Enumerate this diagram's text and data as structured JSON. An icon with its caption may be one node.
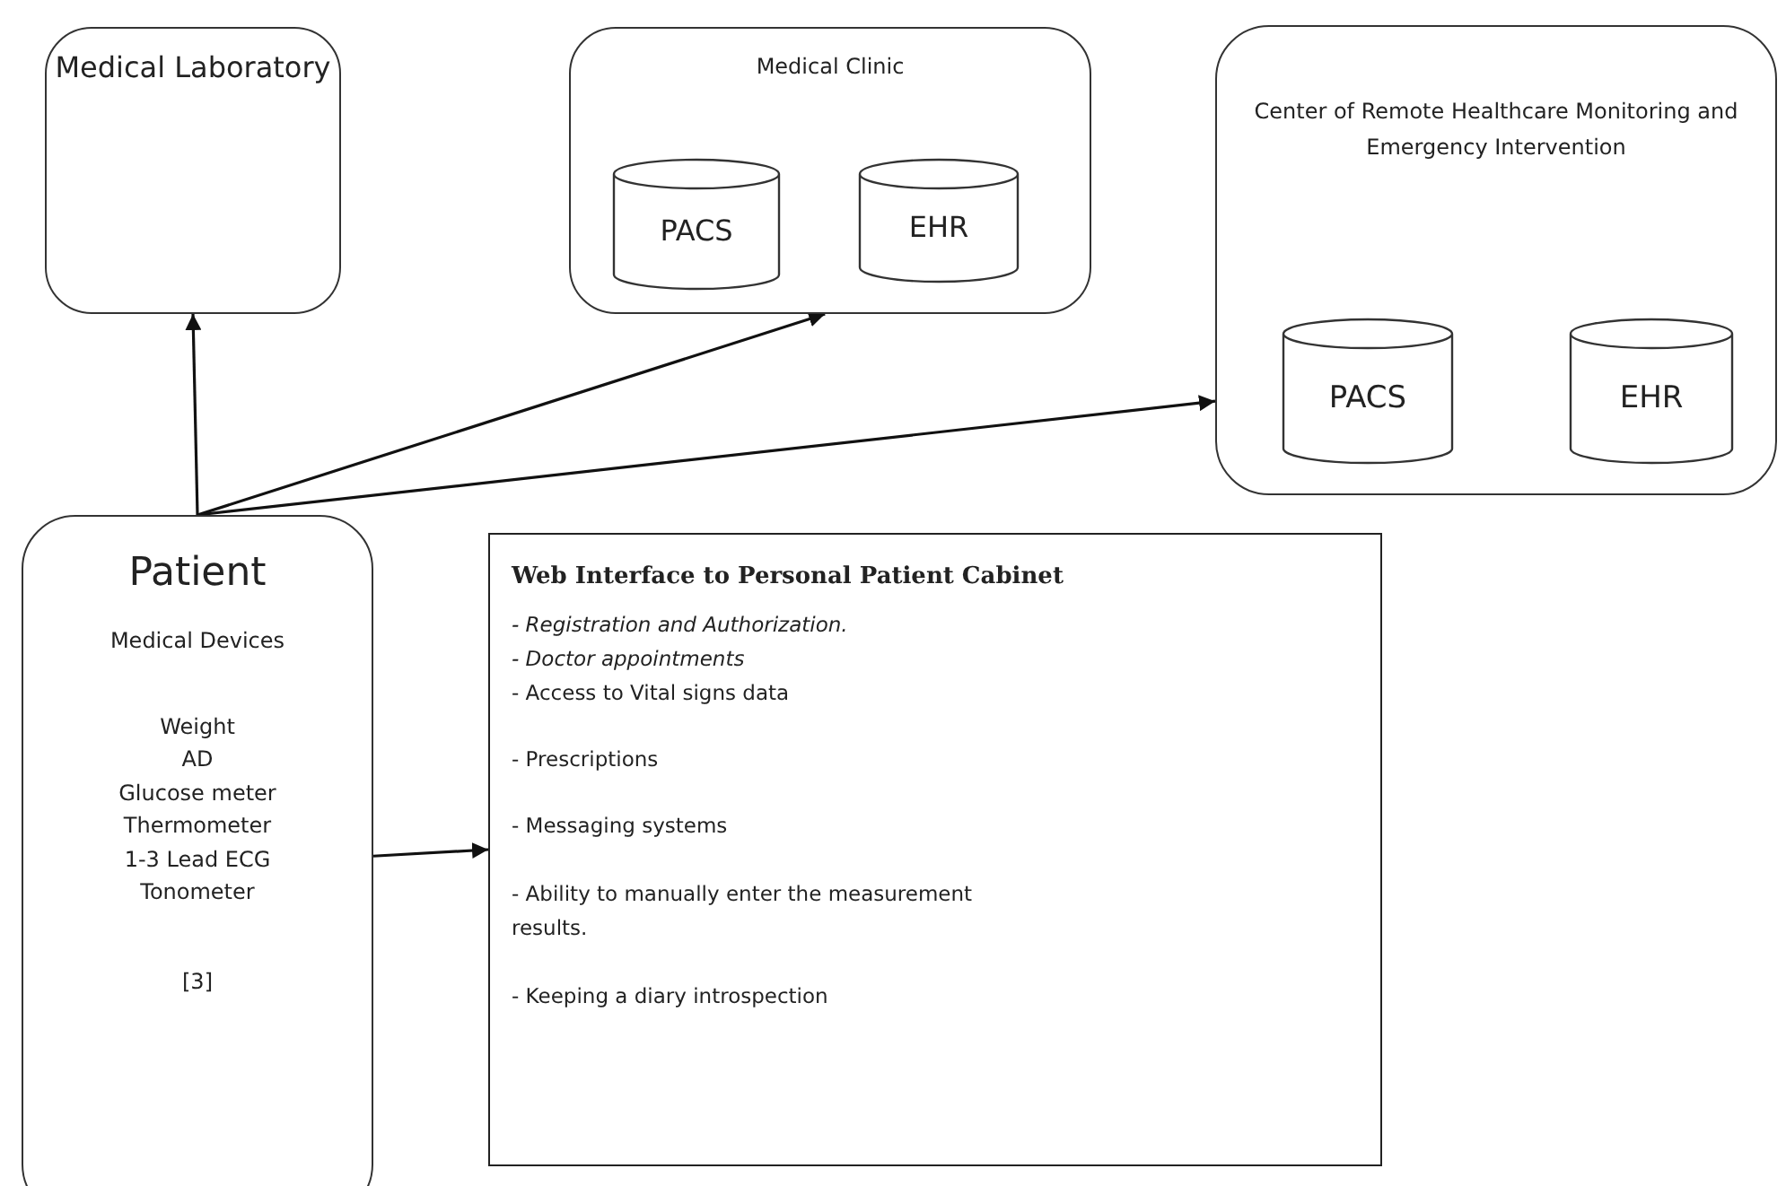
{
  "diagram": {
    "nodes": [
      {
        "text": [
          "Medical Laboratory"
        ]
      },
      {
        "text": [
          "Medical Clinic"
        ]
      },
      {
        "text": [
          "PACS"
        ],
        "in": 1
      },
      {
        "text": [
          "EHR"
        ],
        "in": 1
      },
      {
        "text": [
          "Center of Remote  Healthcare Monitoring and Emergency Intervention"
        ]
      },
      {
        "text": [
          "PACS"
        ],
        "in": 4
      },
      {
        "text": [
          "EHR"
        ],
        "in": 4
      },
      {
        "text": [
          "Patient",
          "Medical Devices",
          "Weight",
          "AD",
          "Glucose  meter",
          "Thermometer",
          "1-3 Lead ECG",
          "Tonometer",
          "[3]"
        ]
      },
      {
        "text": [
          "Web Interface to Personal Patient Cabinet",
          "- Registration  and Authorization.",
          "- Doctor appointments",
          "- Access to Vital signs data",
          "- Prescriptions",
          "- Messaging systems",
          "- Ability to manually enter the measurement results.",
          "- Keeping a diary introspection"
        ]
      }
    ],
    "edges": [
      {
        "from": 7,
        "to": 0,
        "arrow": "to"
      },
      {
        "from": 7,
        "to": 1,
        "arrow": "to"
      },
      {
        "from": 7,
        "to": 4,
        "arrow": "to"
      },
      {
        "from": 7,
        "to": 8,
        "arrow": "to"
      }
    ]
  }
}
